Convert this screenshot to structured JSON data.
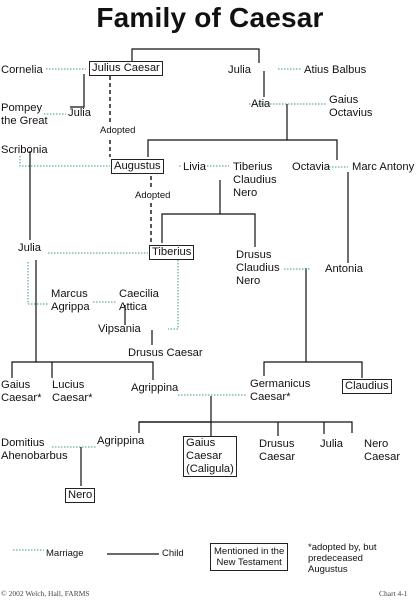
{
  "title": "Family of Caesar",
  "people": {
    "cornelia": "Cornelia",
    "julius_caesar": "Julius Caesar",
    "julia_aunt": "Julia",
    "atius_balbus": "Atius Balbus",
    "pompey": "Pompey\nthe Great",
    "julia_daughter": "Julia",
    "atia": "Atia",
    "gaius_octavius": "Gaius\nOctavius",
    "scribonia": "Scribonia",
    "augustus": "Augustus",
    "livia": "Livia",
    "tiberius_claudius_nero": "Tiberius\nClaudius\nNero",
    "octavia": "Octavia",
    "marc_antony": "Marc Antony",
    "julia_augustus": "Julia",
    "tiberius": "Tiberius",
    "drusus_claudius_nero": "Drusus\nClaudius\nNero",
    "antonia": "Antonia",
    "marcus_agrippa": "Marcus\nAgrippa",
    "caecilia_attica": "Caecilia\nAttica",
    "vipsania": "Vipsania",
    "drusus_caesar_1": "Drusus Caesar",
    "gaius_caesar": "Gaius\nCaesar*",
    "lucius_caesar": "Lucius\nCaesar*",
    "agrippina_elder": "Agrippina",
    "germanicus": "Germanicus\nCaesar*",
    "claudius": "Claudius",
    "domitius": "Domitius\nAhenobarbus",
    "agrippina_younger": "Agrippina",
    "caligula": "Gaius\nCaesar\n(Caligula)",
    "drusus_caesar_2": "Drusus\nCaesar",
    "julia_last": "Julia",
    "nero_caesar": "Nero\nCaesar",
    "nero": "Nero"
  },
  "annotations": {
    "adopted_1": "Adopted",
    "adopted_2": "Adopted"
  },
  "legend": {
    "marriage": "Marriage",
    "child": "Child",
    "mentioned": "Mentioned in the\nNew Testament",
    "asterisk_note": "*adopted by, but\npredeceased\nAugustus"
  },
  "footer": {
    "copyright": "© 2002 Welch, Hall, FARMS",
    "chart_id": "Chart 4-1"
  },
  "colors": {
    "marriage_line": "#3aa06a",
    "child_line": "#111111"
  }
}
